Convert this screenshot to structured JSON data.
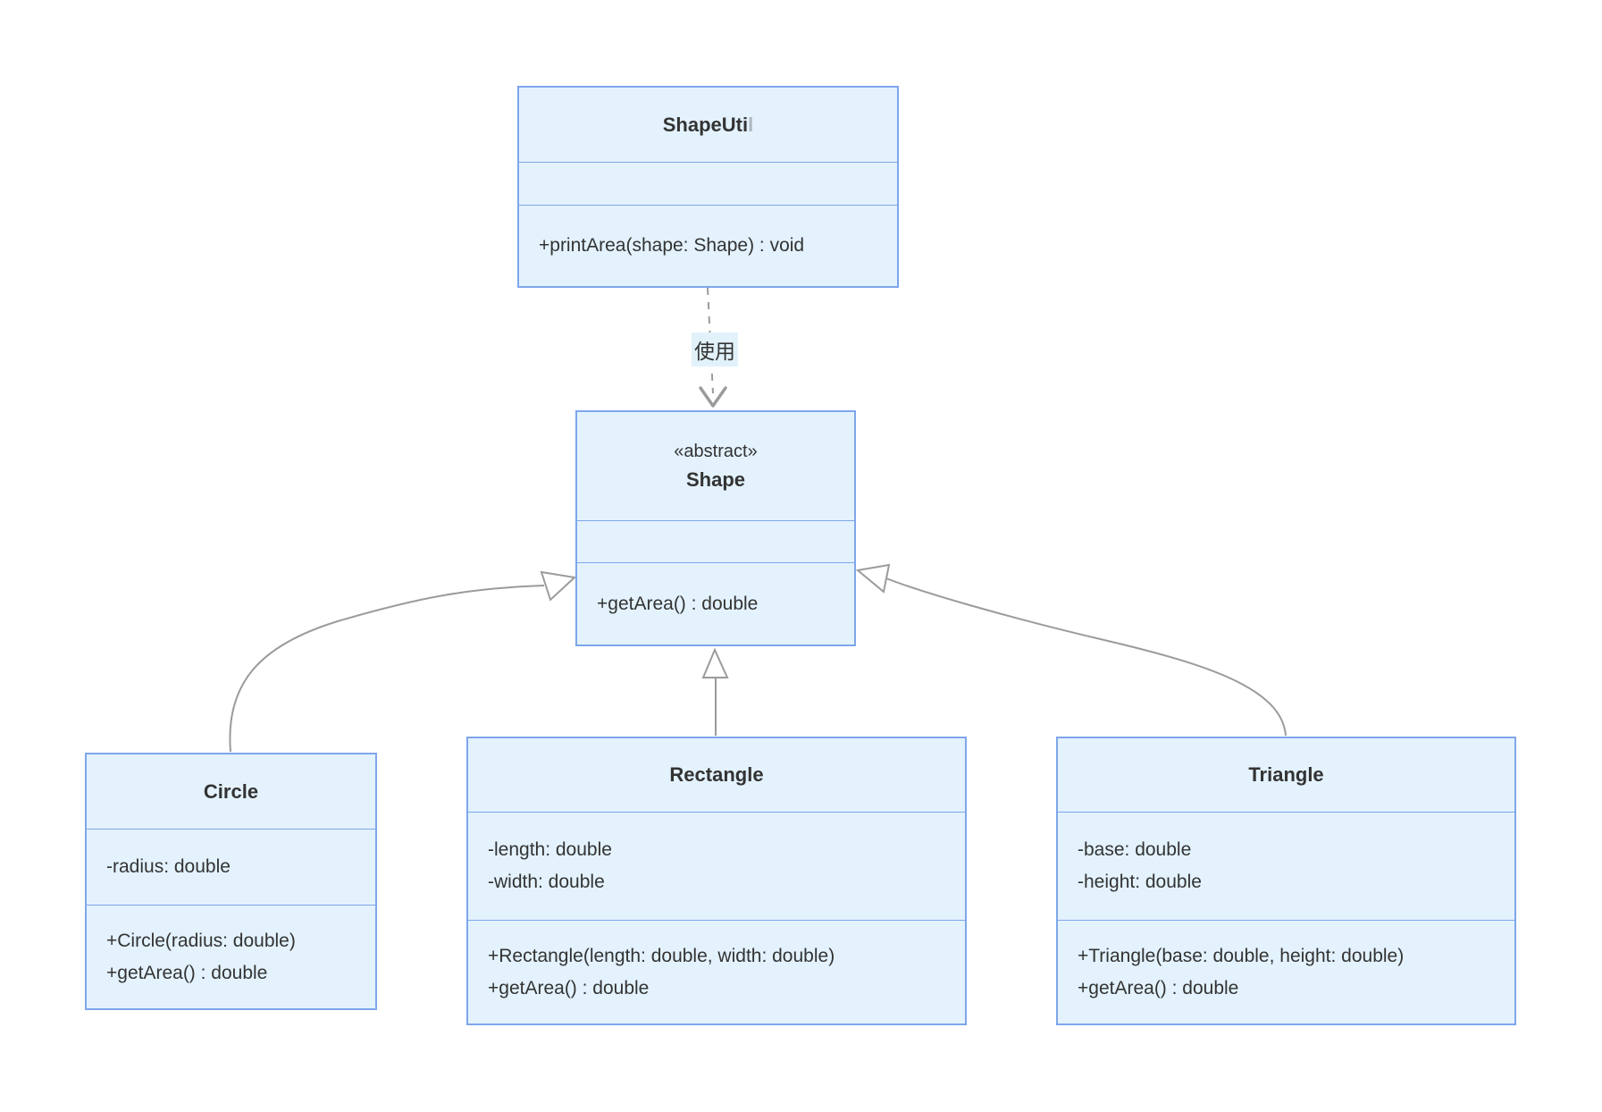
{
  "diagram": {
    "classes": {
      "shapeutil": {
        "title_visible": "ShapeUti",
        "title_clipped": "l",
        "methods": [
          "+printArea(shape: Shape) : void"
        ]
      },
      "shape": {
        "annotation": "«abstract»",
        "title": "Shape",
        "methods": [
          "+getArea() : double"
        ]
      },
      "circle": {
        "title": "Circle",
        "attributes": [
          "-radius: double"
        ],
        "methods": [
          "+Circle(radius: double)",
          "+getArea() : double"
        ]
      },
      "rectangle": {
        "title": "Rectangle",
        "attributes": [
          "-length: double",
          "-width: double"
        ],
        "methods": [
          "+Rectangle(length: double, width: double)",
          "+getArea() : double"
        ]
      },
      "triangle": {
        "title": "Triangle",
        "attributes": [
          "-base: double",
          "-height: double"
        ],
        "methods": [
          "+Triangle(base: double, height: double)",
          "+getArea() : double"
        ]
      }
    },
    "edges": {
      "uses_label": "使用"
    },
    "colors": {
      "background": "#ffffff",
      "box_fill": "#e3f2fd",
      "box_border": "#7ea6eb",
      "line_gray": "#9b9b9b",
      "arrow_fill": "#ffffff",
      "text": "#333333",
      "label_bg": "#e1f2fb"
    }
  }
}
